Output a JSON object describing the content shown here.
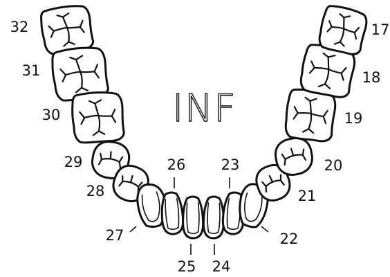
{
  "title": "INF",
  "teeth": [
    {
      "number": "32",
      "label": "32"
    },
    {
      "number": "31",
      "label": "31"
    },
    {
      "number": "30",
      "label": "30"
    },
    {
      "number": "29",
      "label": "29"
    },
    {
      "number": "28",
      "label": "28"
    },
    {
      "number": "27",
      "label": "27"
    },
    {
      "number": "26",
      "label": "26"
    },
    {
      "number": "25",
      "label": "25"
    },
    {
      "number": "24",
      "label": "24"
    },
    {
      "number": "23",
      "label": "23"
    },
    {
      "number": "22",
      "label": "22"
    },
    {
      "number": "21",
      "label": "21"
    },
    {
      "number": "20",
      "label": "20"
    },
    {
      "number": "19",
      "label": "19"
    },
    {
      "number": "18",
      "label": "18"
    },
    {
      "number": "17",
      "label": "17"
    }
  ],
  "colors": {
    "outline": "#111111",
    "background": "#ffffff"
  }
}
